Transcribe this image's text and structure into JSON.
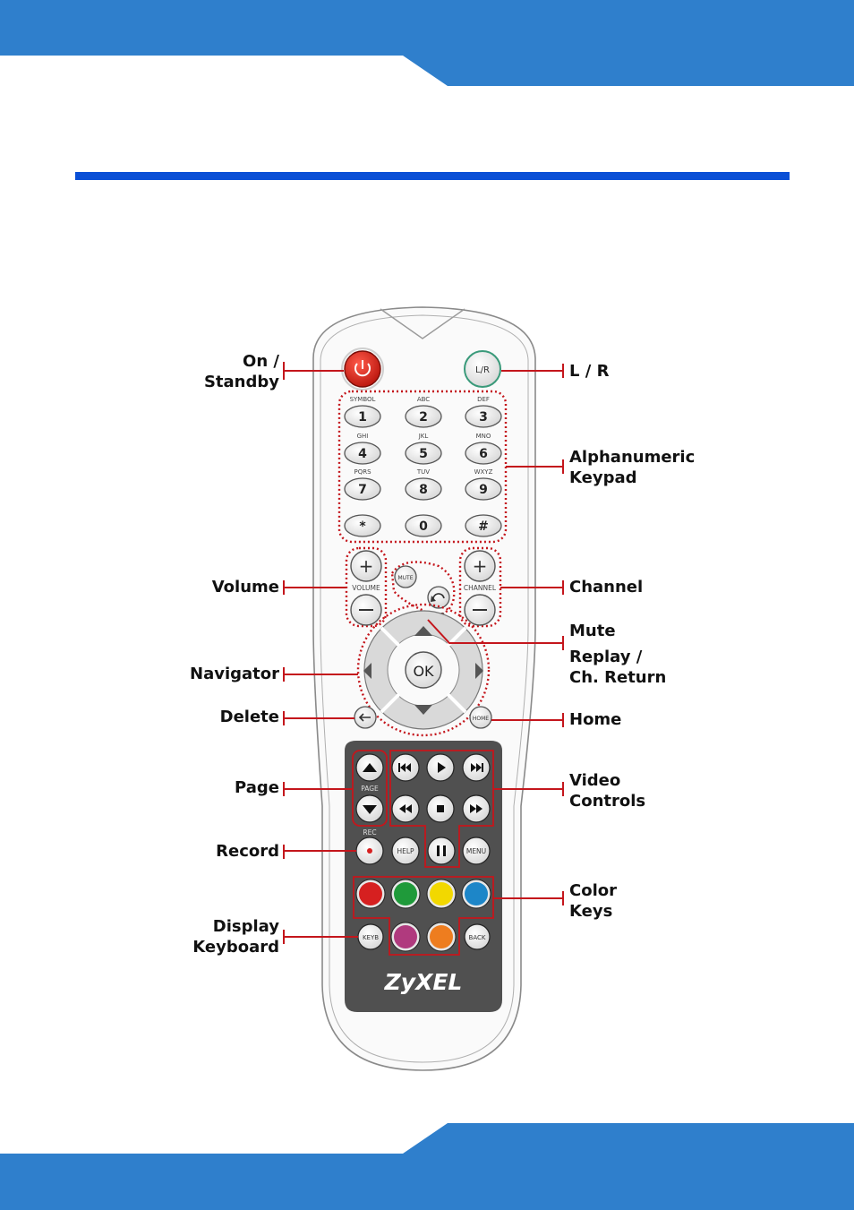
{
  "accent_colors": {
    "banner": "#2f7fcc",
    "rule": "#0a4fd6",
    "callout_line": "#c4161c",
    "remote_panel": "#505050"
  },
  "remote": {
    "keypad": {
      "keys": [
        "1",
        "2",
        "3",
        "4",
        "5",
        "6",
        "7",
        "8",
        "9",
        "*",
        "0",
        "#"
      ],
      "letters": [
        "SYMBOL",
        "ABC",
        "DEF",
        "GHI",
        "JKL",
        "MNO",
        "PQRS",
        "TUV",
        "WXYZ",
        "",
        "",
        ""
      ]
    },
    "power_icon": "power-icon",
    "lr_label": "L/R",
    "volume_label": "VOLUME",
    "channel_label": "CHANNEL",
    "mute_label": "MUTE",
    "ch_return_label": "CH.R",
    "ok_label": "OK",
    "home_label": "HOME",
    "page_label": "PAGE",
    "rec_label": "REC",
    "help_label": "HELP",
    "menu_label": "MENU",
    "keyb_label": "KEYB",
    "back_label": "BACK",
    "brand": "ZyXEL",
    "color_keys": [
      "#d62020",
      "#1f9a3a",
      "#f2d800",
      "#1d86c8",
      "#b03a7e",
      "#ee7d1f"
    ]
  },
  "callouts": {
    "on_standby": [
      "On /",
      "Standby"
    ],
    "volume": [
      "Volume"
    ],
    "navigator": [
      "Navigator"
    ],
    "delete": [
      "Delete"
    ],
    "page": [
      "Page"
    ],
    "record": [
      "Record"
    ],
    "display_keyboard": [
      "Display",
      "Keyboard"
    ],
    "lr": [
      "L / R"
    ],
    "alphanumeric_keypad": [
      "Alphanumeric",
      "Keypad"
    ],
    "channel": [
      "Channel"
    ],
    "mute": [
      "Mute"
    ],
    "replay_ch_return": [
      "Replay /",
      "Ch. Return"
    ],
    "home": [
      "Home"
    ],
    "video_controls": [
      "Video",
      "Controls"
    ],
    "color_keys": [
      "Color",
      "Keys"
    ]
  }
}
